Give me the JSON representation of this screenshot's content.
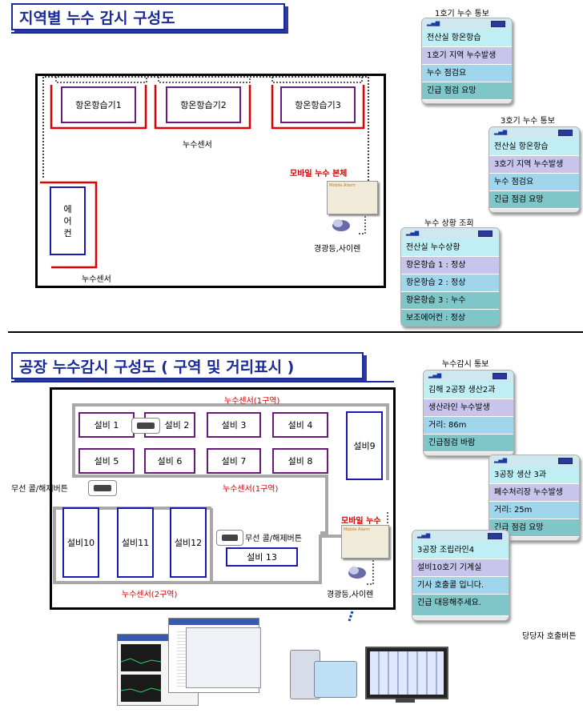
{
  "section1": {
    "title": "지역별 누수 감시 구성도",
    "units": [
      "항온항습기1",
      "항온항습기2",
      "항온항습기3"
    ],
    "aircon": "에\n어\n컨",
    "sensor_top": "누수센서",
    "sensor_bottom": "누수센서",
    "mobile_label": "모바일 누수 본체",
    "alarm_label": "경광등,사이렌",
    "device_brand": "Mobile Alarm"
  },
  "phones1": [
    {
      "caption": "1호기 누수 통보",
      "rows": [
        "전산실 항온항습",
        "1호기 지역 누수발생",
        "누수 점검요",
        "긴급 점검 요망"
      ]
    },
    {
      "caption": "3호기 누수 통보",
      "rows": [
        "전산실 항온항습",
        "3호기 지역 누수발생",
        "누수 점검요",
        "긴급 점검 요망"
      ]
    },
    {
      "caption": "누수 상황 조회",
      "rows": [
        "전산실 누수상황",
        "항온항습 1 : 정상",
        "항온항습 2 : 정상",
        "항온항습 3 : 누수",
        "보조에어컨 : 정상"
      ]
    }
  ],
  "section2": {
    "title": "공장 누수감시 구성도 ( 구역 및 거리표시 )",
    "zone1_top": "누수센서(1구역)",
    "zone1_mid": "누수센서(1구역)",
    "zone2": "누수센서(2구역)",
    "units_row1": [
      "설비 1",
      "설비 2",
      "설비 3",
      "설비 4"
    ],
    "units_row2": [
      "설비 5",
      "설비 6",
      "설비 7",
      "설비 8"
    ],
    "unit9": "설비9",
    "units_big": [
      "설비10",
      "설비11",
      "설비12"
    ],
    "unit13": "설비 13",
    "wireless_left": "무선 콜/해제버튼",
    "wireless_mid": "무선 콜/해제버튼",
    "mobile_label": "모바일 누수",
    "alarm_label": "경광등,사이렌",
    "device_brand": "Mobile Alarm",
    "staff_button": "당당자 호출버튼"
  },
  "phones2": [
    {
      "caption": "누수감시 통보",
      "rows": [
        "김해 2공장 생산2과",
        "생산라인 누수발생",
        "거리: 86m",
        "긴급점검 바람"
      ]
    },
    {
      "caption": "",
      "rows": [
        "3공장 생산 3과",
        "폐수처리장 누수발생",
        "거리: 25m",
        "긴급 점검 요망"
      ]
    },
    {
      "caption": "",
      "rows": [
        "3공장 조립라인4",
        "설비10호기 기계실",
        "기사 호출콜 입니다.",
        "긴급 대응해주세요."
      ]
    }
  ]
}
